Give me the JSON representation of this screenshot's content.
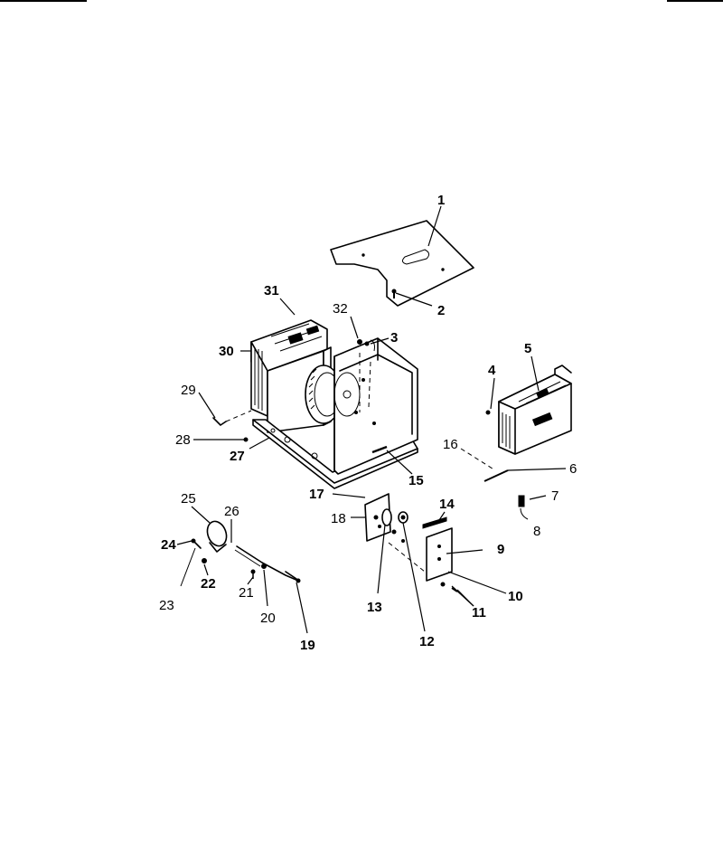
{
  "diagram": {
    "callouts": [
      {
        "id": "1",
        "text": "1"
      },
      {
        "id": "2",
        "text": "2"
      },
      {
        "id": "3",
        "text": "3"
      },
      {
        "id": "4",
        "text": "4"
      },
      {
        "id": "5",
        "text": "5"
      },
      {
        "id": "6",
        "text": "6"
      },
      {
        "id": "7",
        "text": "7"
      },
      {
        "id": "8",
        "text": "8"
      },
      {
        "id": "9",
        "text": "9"
      },
      {
        "id": "10",
        "text": "10"
      },
      {
        "id": "11",
        "text": "11"
      },
      {
        "id": "12",
        "text": "12"
      },
      {
        "id": "13",
        "text": "13"
      },
      {
        "id": "14",
        "text": "14"
      },
      {
        "id": "15",
        "text": "15"
      },
      {
        "id": "16",
        "text": "16"
      },
      {
        "id": "17",
        "text": "17"
      },
      {
        "id": "18",
        "text": "18"
      },
      {
        "id": "19",
        "text": "19"
      },
      {
        "id": "20",
        "text": "20"
      },
      {
        "id": "21",
        "text": "21"
      },
      {
        "id": "22",
        "text": "22"
      },
      {
        "id": "23",
        "text": "23"
      },
      {
        "id": "24",
        "text": "24"
      },
      {
        "id": "25",
        "text": "25"
      },
      {
        "id": "26",
        "text": "26"
      },
      {
        "id": "27",
        "text": "27"
      },
      {
        "id": "28",
        "text": "28"
      },
      {
        "id": "29",
        "text": "29"
      },
      {
        "id": "30",
        "text": "30"
      },
      {
        "id": "31",
        "text": "31"
      },
      {
        "id": "32",
        "text": "32"
      }
    ]
  }
}
